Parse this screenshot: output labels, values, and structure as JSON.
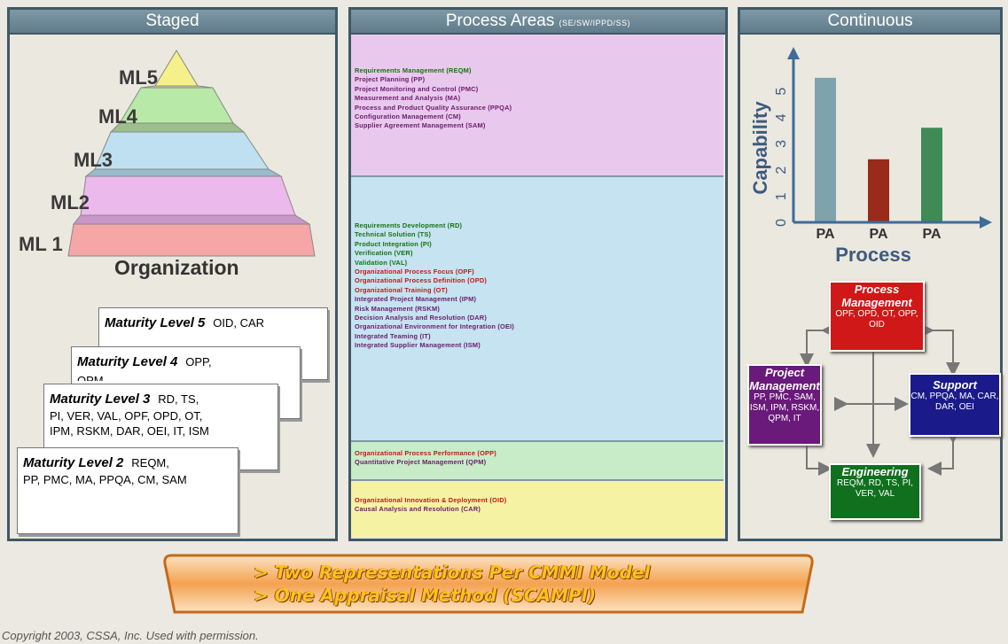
{
  "staged": {
    "title": "Staged",
    "levels": [
      "ML5",
      "ML4",
      "ML3",
      "ML2",
      "ML 1"
    ],
    "base_label": "Organization",
    "cards": [
      {
        "title": "Maturity Level 5",
        "lines": [
          "OID, CAR"
        ]
      },
      {
        "title": "Maturity Level 4",
        "lines": [
          "OPP,",
          "QPM"
        ]
      },
      {
        "title": "Maturity Level 3",
        "lines": [
          "RD, TS,",
          "PI, VER, VAL, OPF, OPD, OT,",
          "IPM, RSKM, DAR, OEI, IT, ISM"
        ]
      },
      {
        "title": "Maturity Level 2",
        "lines": [
          "REQM,",
          "PP, PMC, MA, PPQA, CM, SAM"
        ]
      }
    ]
  },
  "areas": {
    "title": "Process Areas",
    "title_suffix": "(SE/SW/IPPD/SS)",
    "bands": [
      {
        "name": "ml2",
        "items": [
          {
            "text": "Requirements Management (REQM)",
            "c": "green"
          },
          {
            "text": "Project Planning (PP)",
            "c": "purple"
          },
          {
            "text": "Project Monitoring and Control (PMC)",
            "c": "purple"
          },
          {
            "text": "Measurement and Analysis (MA)",
            "c": "purple"
          },
          {
            "text": "Process and Product Quality Assurance (PPQA)",
            "c": "purple"
          },
          {
            "text": "Configuration Management (CM)",
            "c": "purple"
          },
          {
            "text": "Supplier Agreement Management (SAM)",
            "c": "purple"
          }
        ]
      },
      {
        "name": "ml3",
        "items": [
          {
            "text": "Requirements Development (RD)",
            "c": "green"
          },
          {
            "text": "Technical Solution (TS)",
            "c": "green"
          },
          {
            "text": "Product Integration (PI)",
            "c": "green"
          },
          {
            "text": "Verification (VER)",
            "c": "green"
          },
          {
            "text": "Validation (VAL)",
            "c": "green"
          },
          {
            "text": "Organizational Process Focus (OPF)",
            "c": "red"
          },
          {
            "text": "Organizational Process Definition (OPD)",
            "c": "red"
          },
          {
            "text": "Organizational Training (OT)",
            "c": "red"
          },
          {
            "text": "Integrated Project Management (IPM)",
            "c": "purple"
          },
          {
            "text": "Risk Management (RSKM)",
            "c": "purple"
          },
          {
            "text": "Decision Analysis and Resolution (DAR)",
            "c": "purple"
          },
          {
            "text": "Organizational Environment for Integration (OEI)",
            "c": "purple"
          },
          {
            "text": "Integrated Teaming (IT)",
            "c": "purple"
          },
          {
            "text": "Integrated Supplier Management (ISM)",
            "c": "purple"
          }
        ]
      },
      {
        "name": "ml4",
        "items": [
          {
            "text": "Organizational Process Performance (OPP)",
            "c": "red"
          },
          {
            "text": "Quantitative Project Management (QPM)",
            "c": "purple"
          }
        ]
      },
      {
        "name": "ml5",
        "items": [
          {
            "text": "Organizational Innovation & Deployment (OID)",
            "c": "red"
          },
          {
            "text": "Causal Analysis and Resolution (CAR)",
            "c": "purple"
          }
        ]
      }
    ],
    "colors": {
      "purple": "#6a1b6a",
      "green": "#16720e",
      "red": "#c01818"
    }
  },
  "continuous": {
    "title": "Continuous",
    "chart": {
      "y_label": "Capability",
      "x_label": "Process",
      "y_ticks": [
        "0",
        "1",
        "2",
        "3",
        "4",
        "5"
      ],
      "categories": [
        "PA",
        "PA",
        "PA"
      ],
      "values": [
        5.5,
        2.4,
        3.6
      ],
      "ylim": [
        0,
        6
      ],
      "colors": [
        "#7fa3ad",
        "#9a2a1a",
        "#3f8a55"
      ]
    },
    "boxes": {
      "process": {
        "title": "Process Management",
        "body": "OPF, OPD, OT, OPP, OID",
        "color": "#d01818"
      },
      "project": {
        "title": "Project Management",
        "body": "PP, PMC, SAM, ISM, IPM, RSKM, QPM, IT",
        "color": "#6a1a7a"
      },
      "support": {
        "title": "Support",
        "body": "CM, PPQA, MA, CAR, DAR, OEI",
        "color": "#1a1a8a"
      },
      "engineering": {
        "title": "Engineering",
        "body": "REQM, RD, TS, PI, VER, VAL",
        "color": "#10701e"
      }
    }
  },
  "banner": {
    "line1": "> Two Representations Per CMMI Model",
    "line2": "> One Appraisal Method (SCAMPI)"
  },
  "copyright": "Copyright 2003, CSSA, Inc. Used with permission."
}
